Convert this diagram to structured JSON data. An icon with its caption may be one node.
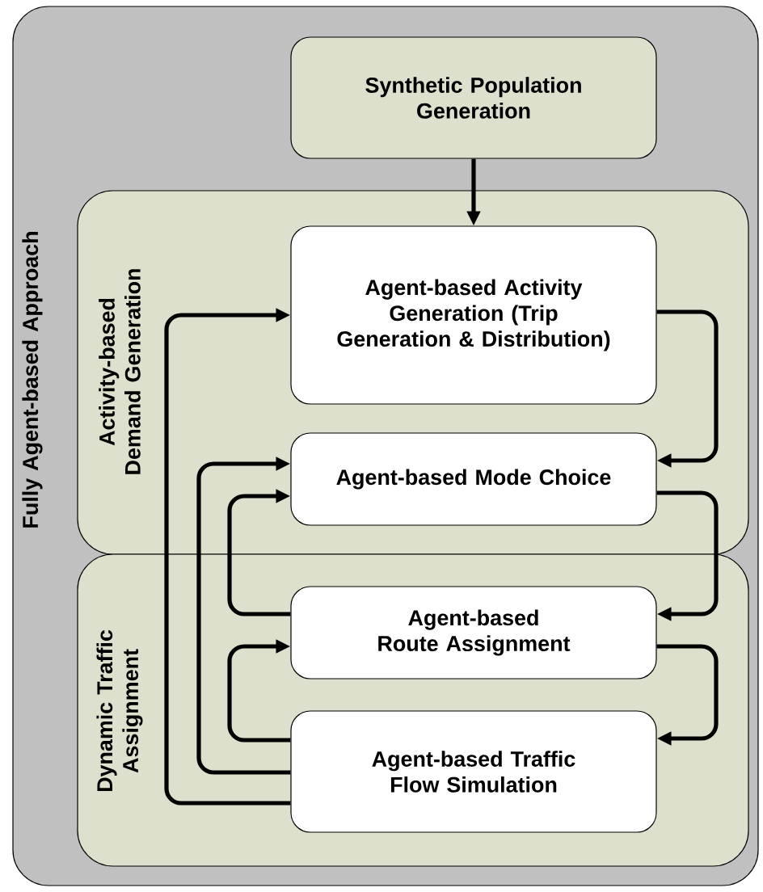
{
  "diagram": {
    "nodes": [
      {
        "text": [
          "Fully Agent-based Approach"
        ]
      },
      {
        "text": [
          "Synthetic Population Generation"
        ],
        "in": 0
      },
      {
        "text": [
          "Activity-based Demand Generation"
        ],
        "in": 0
      },
      {
        "text": [
          "Agent-based Activity Generation (Trip Generation & Distribution)"
        ],
        "in": 2
      },
      {
        "text": [
          "Agent-based Mode Choice"
        ],
        "in": 2
      },
      {
        "text": [
          "Dynamic Traffic Assignment"
        ],
        "in": 0
      },
      {
        "text": [
          "Agent-based Route Assignment"
        ],
        "in": 5
      },
      {
        "text": [
          "Agent-based Traffic Flow Simulation"
        ],
        "in": 5
      }
    ],
    "edges": [
      {
        "from": 1,
        "to": 3,
        "arrow": "to"
      },
      {
        "from": 3,
        "to": 4,
        "arrow": "to"
      },
      {
        "from": 4,
        "to": 6,
        "arrow": "to"
      },
      {
        "from": 6,
        "to": 7,
        "arrow": "to"
      },
      {
        "from": 7,
        "to": 3,
        "arrow": "to"
      },
      {
        "from": 7,
        "to": 4,
        "arrow": "to"
      },
      {
        "from": 6,
        "to": 4,
        "arrow": "to"
      },
      {
        "from": 7,
        "to": 6,
        "arrow": "to"
      }
    ]
  }
}
